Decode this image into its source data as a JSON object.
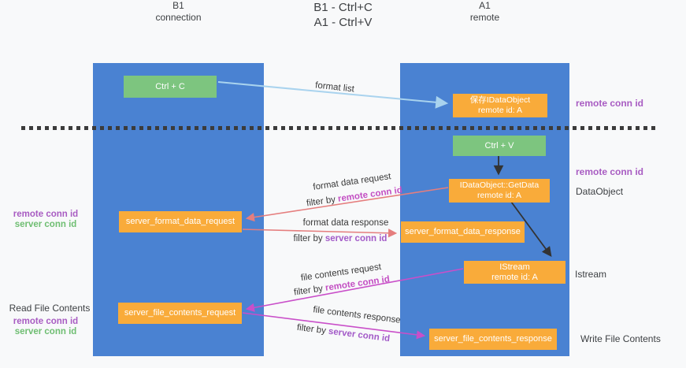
{
  "title": {
    "line1": "B1 - Ctrl+C",
    "line2": "A1 - Ctrl+V"
  },
  "columns": {
    "left": {
      "name": "B1",
      "role": "connection"
    },
    "right": {
      "name": "A1",
      "role": "remote"
    }
  },
  "nodes": {
    "ctrl_c": {
      "label": "Ctrl + C"
    },
    "save_dataobject": {
      "line1": "保存IDataObject",
      "line2": "remote id: A"
    },
    "ctrl_v": {
      "label": "Ctrl + V"
    },
    "getdata": {
      "line1": "IDataObject::GetData",
      "line2": "remote id: A"
    },
    "format_request": {
      "label": "server_format_data_request"
    },
    "format_response": {
      "label": "server_format_data_response"
    },
    "istream": {
      "line1": "IStream",
      "line2": "remote id: A"
    },
    "file_request": {
      "label": "server_file_contents_request"
    },
    "file_response": {
      "label": "server_file_contents_response"
    }
  },
  "left_labels": {
    "format_group": {
      "remote": "remote conn id",
      "server": "server conn id"
    },
    "read_file": "Read File Contents",
    "file_group": {
      "remote": "remote conn id",
      "server": "server conn id"
    }
  },
  "right_labels": {
    "remote_conn_top": "remote conn id",
    "remote_conn_mid": "remote conn id",
    "dataobject": "DataObject",
    "istream": "Istream",
    "write_file": "Write File Contents"
  },
  "flows": {
    "format_list": {
      "label": "format list"
    },
    "format_request": {
      "label": "format data request",
      "filter_prefix": "filter by",
      "filter_key": "remote conn id"
    },
    "format_response": {
      "label": "format data response",
      "filter_prefix": "filter by",
      "filter_key": "server conn id"
    },
    "file_request": {
      "label": "file contents request",
      "filter_prefix": "filter by",
      "filter_key": "remote conn id"
    },
    "file_response": {
      "label": "file contents response",
      "filter_prefix": "filter by",
      "filter_key": "server conn id"
    }
  },
  "colors": {
    "lifeline_blue": "#4a82d2",
    "node_orange": "#f9ab3a",
    "node_green": "#7dc57f",
    "arrow_light_blue": "#a9d3ee",
    "arrow_black": "#333333",
    "arrow_red": "#e57e7e",
    "arrow_magenta": "#c94fc9",
    "label_purple": "#a85cc2",
    "label_green": "#6fbe72",
    "filter_magenta": "#c34fc3",
    "filter_purple": "#a35bc8"
  }
}
